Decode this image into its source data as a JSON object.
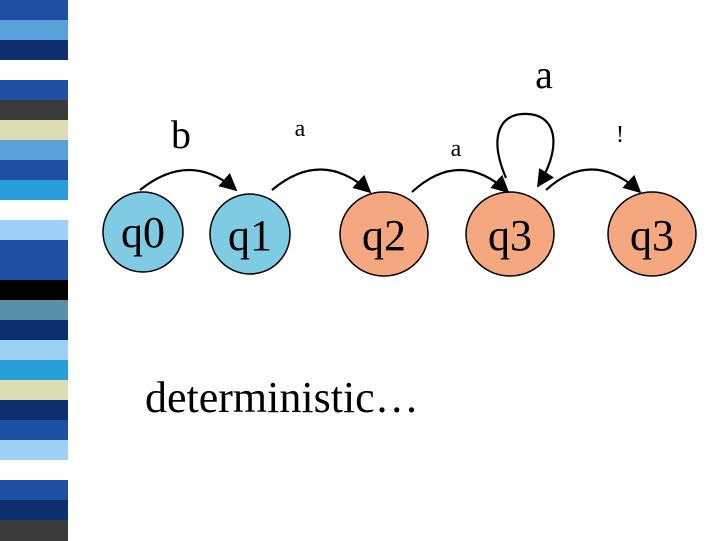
{
  "colors": {
    "background": "#ffffff",
    "state_fill_blue": "#7ecbe3",
    "state_fill_orange": "#f5a880",
    "ink": "#000000"
  },
  "side_bar_colors": [
    "#1f4fa3",
    "#5aa0d9",
    "#0d2f6e",
    "#ffffff",
    "#1f4fa3",
    "#3a3a3a",
    "#ddddb5",
    "#5aa0d9",
    "#1f4fa3",
    "#2a9ed8",
    "#ffffff",
    "#9fd0f5",
    "#1f4fa3",
    "#1f4fa3",
    "#000000",
    "#5a8fa8",
    "#0d2f6e",
    "#9fd0f5",
    "#2a9ed8",
    "#ddddb5",
    "#0d2f6e",
    "#1f4fa3",
    "#9fd0f5",
    "#ffffff",
    "#1f4fa3",
    "#0d2f6e",
    "#3a3a3a"
  ],
  "states": [
    {
      "id": "q0",
      "label": "q0",
      "color": "#7ecbe3"
    },
    {
      "id": "q1",
      "label": "q1",
      "color": "#7ecbe3"
    },
    {
      "id": "q2",
      "label": "q2",
      "color": "#f5a880"
    },
    {
      "id": "q3a",
      "label": "q3",
      "color": "#f5a880"
    },
    {
      "id": "q3b",
      "label": "q3",
      "color": "#f5a880"
    }
  ],
  "transitions": [
    {
      "from": "q0",
      "to": "q1",
      "label": "b"
    },
    {
      "from": "q1",
      "to": "q2",
      "label": "a"
    },
    {
      "from": "q2",
      "to": "q3a",
      "label": "a"
    },
    {
      "from": "q3a",
      "to": "q3a",
      "label": "a"
    },
    {
      "from": "q3a",
      "to": "q3b",
      "label": "!"
    }
  ],
  "caption": "deterministic…"
}
